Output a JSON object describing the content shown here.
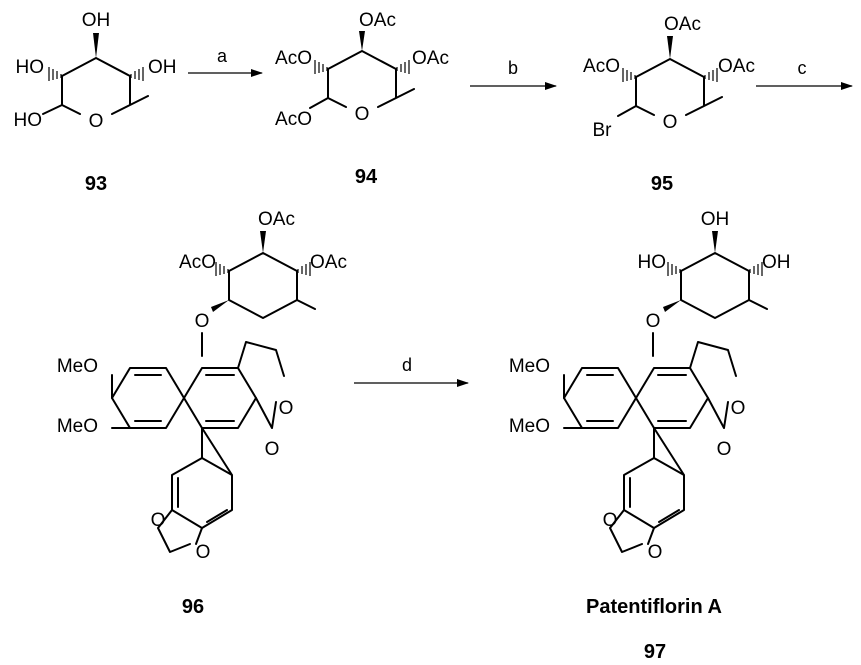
{
  "reagents": {
    "a": "a",
    "b": "b",
    "c": "c",
    "d": "d"
  },
  "compounds": {
    "c93": "93",
    "c94": "94",
    "c95": "95",
    "c96": "96",
    "c97_name": "Patentiflorin A",
    "c97": "97"
  },
  "atoms": {
    "OH": "OH",
    "HO": "HO",
    "OAc": "OAc",
    "AcO": "AcO",
    "O": "O",
    "Br": "Br",
    "MeO": "MeO"
  },
  "colors": {
    "ink": "#000000",
    "background": "#ffffff"
  }
}
